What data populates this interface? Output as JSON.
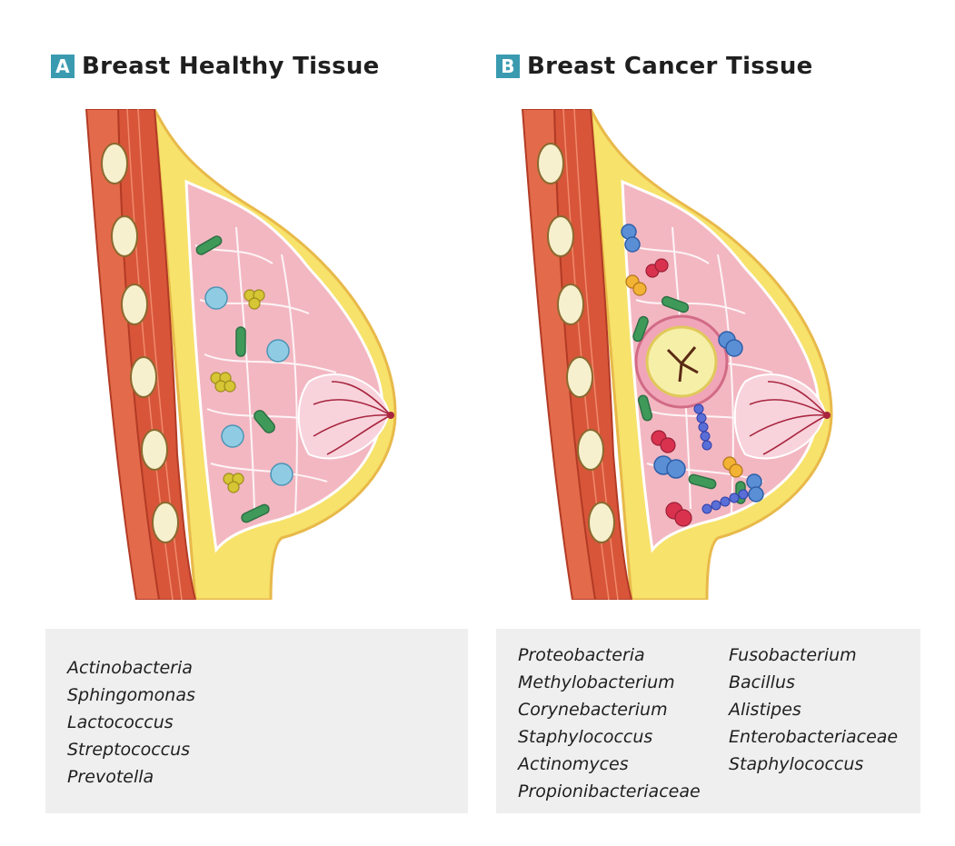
{
  "colors": {
    "badge": "#3a9bb0",
    "muscle": "#d8553a",
    "fat": "#f7e26b",
    "lobule": "#f3b7c2",
    "green_bacteria": "#3f9a5a",
    "blue_bacteria": "#5a8fd6",
    "red_bacteria": "#d9324f",
    "tumor": "#f6efa8"
  },
  "panels": [
    {
      "badge": "A",
      "title": "Breast Healthy Tissue",
      "columns": [
        [
          "Actinobacteria",
          "Sphingomonas",
          "Lactococcus",
          "Streptococcus",
          "Prevotella"
        ]
      ]
    },
    {
      "badge": "B",
      "title": "Breast Cancer Tissue",
      "columns": [
        [
          "Proteobacteria",
          "Methylobacterium",
          "Corynebacterium",
          "Staphylococcus",
          "Actinomyces",
          "Propionibacteriaceae"
        ],
        [
          "Fusobacterium",
          "Bacillus",
          "Alistipes",
          "Enterobacteriaceae",
          "Staphylococcus"
        ]
      ]
    }
  ]
}
